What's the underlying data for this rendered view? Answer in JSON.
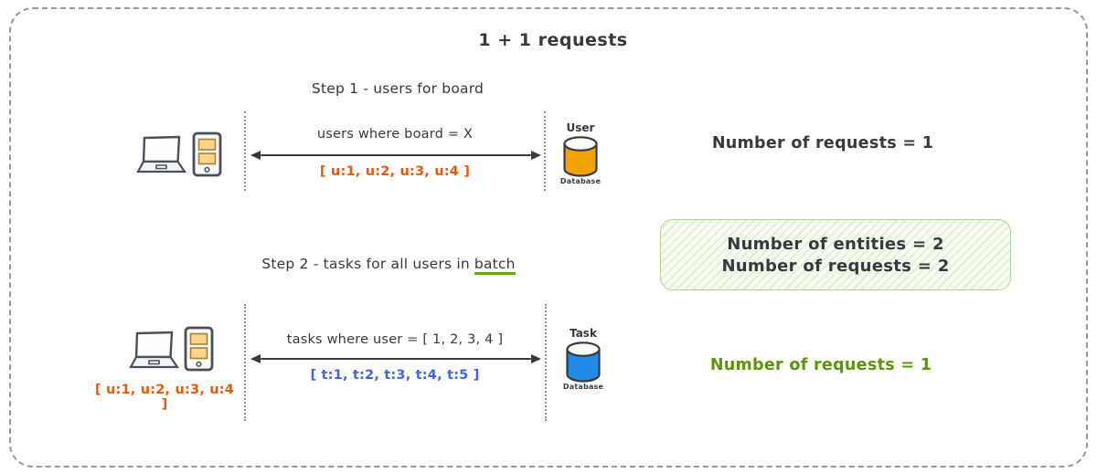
{
  "title": "1 + 1 requests",
  "step1": {
    "heading": "Step 1 - users for board",
    "request": "users where board = X",
    "response": "[ u:1, u:2, u:3, u:4 ]",
    "db_name": "User",
    "db_caption": "Database",
    "note": "Number of requests = 1"
  },
  "summary": {
    "line1": "Number of entities = 2",
    "line2": "Number of requests = 2"
  },
  "step2": {
    "heading_prefix": "Step 2 - tasks for all users in",
    "heading_highlight": "batch",
    "request": "tasks where user = [ 1, 2, 3, 4 ]",
    "response": "[ t:1, t:2, t:3, t:4, t:5 ]",
    "client_items": "[ u:1, u:2, u:3, u:4 ]",
    "db_name": "Task",
    "db_caption": "Database",
    "note": "Number of requests = 1"
  },
  "colors": {
    "ink": "#343a40",
    "orange_accent": "#e8590c",
    "blue_accent": "#4263eb",
    "green_accent": "#5c940d",
    "underline_green": "#66a80f",
    "user_db_fill": "#f0a202",
    "task_db_fill": "#228be6",
    "summary_border": "#aed49a",
    "summary_fill": "#f6fbf0",
    "frame_dash": "#94989c"
  }
}
